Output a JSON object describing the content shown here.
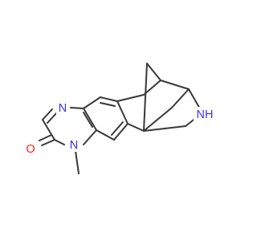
{
  "colors": {
    "bond": "#383838",
    "nitrogen": "#3333ff",
    "oxygen": "#ff2020",
    "carbon": "#383838",
    "background": "#ffffff"
  },
  "atoms": {
    "n_imine": "N",
    "n_amide": "N",
    "n_amine": "NH",
    "o_carbonyl": "O"
  },
  "substituents": {
    "n_methyl": "methyl"
  }
}
